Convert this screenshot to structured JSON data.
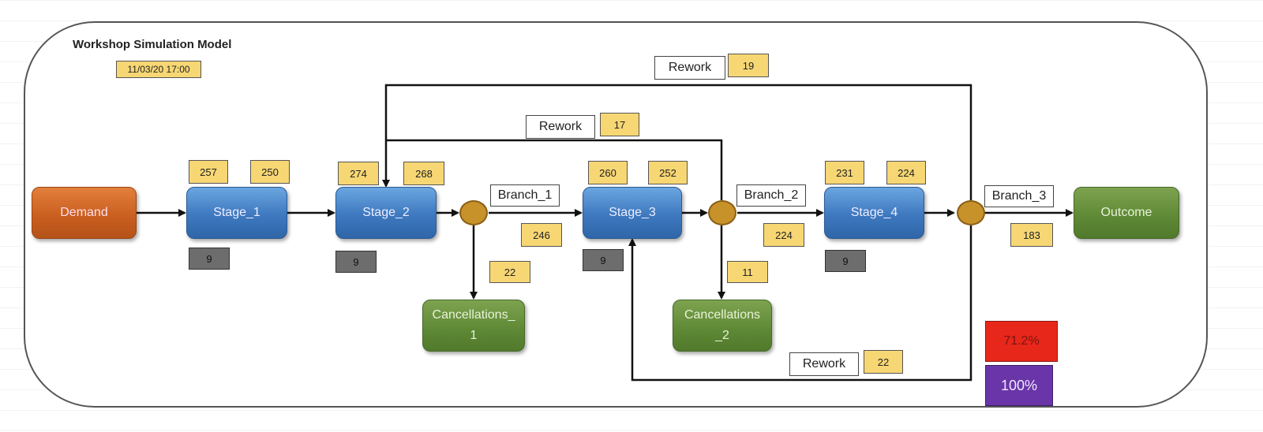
{
  "title": "Workshop Simulation Model",
  "timestamp": "11/03/20 17:00",
  "nodes": {
    "demand": "Demand",
    "stage_1": "Stage_1",
    "stage_2": "Stage_2",
    "stage_3": "Stage_3",
    "stage_4": "Stage_4",
    "outcome": "Outcome",
    "cancellations_1": "Cancellations_ 1",
    "cancellations_2": "Cancellations _2"
  },
  "stage_counts": {
    "stage_1": {
      "in": "257",
      "out": "250",
      "queue": "9"
    },
    "stage_2": {
      "in": "274",
      "out": "268",
      "queue": "9"
    },
    "stage_3": {
      "in": "260",
      "out": "252",
      "queue": "9"
    },
    "stage_4": {
      "in": "231",
      "out": "224",
      "queue": "9"
    }
  },
  "branches": {
    "branch_1": {
      "label": "Branch_1",
      "through": "246",
      "cancelled": "22"
    },
    "branch_2": {
      "label": "Branch_2",
      "through": "224",
      "cancelled": "11"
    },
    "branch_3": {
      "label": "Branch_3",
      "through": "183"
    }
  },
  "rework": [
    {
      "label": "Rework",
      "count": "19"
    },
    {
      "label": "Rework",
      "count": "17"
    },
    {
      "label": "Rework",
      "count": "22"
    }
  ],
  "indicators": {
    "red_pct": "71.2%",
    "purple_pct": "100%"
  },
  "colors": {
    "stage": "#3e78bf",
    "demand": "#c85d1e",
    "terminal": "#5d8834",
    "count_box": "#f7d774",
    "queue_box": "#6d6d6d",
    "junction": "#c8922a",
    "red_indicator": "#e8271b",
    "purple_indicator": "#6a35a8"
  }
}
